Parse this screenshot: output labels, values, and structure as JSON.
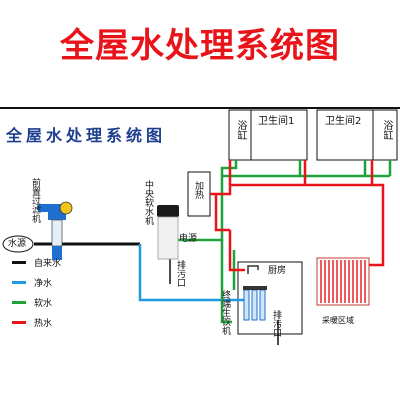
{
  "title": "全屋水处理系统图",
  "panel_title": "全屋水处理系统图",
  "labels": {
    "bath_left": "浴缸",
    "bathroom1": "卫生间1",
    "bathroom2": "卫生间2",
    "bath_right": "浴缸",
    "prefilter": "前置过滤机",
    "softener": "中央软水机",
    "heater": "加热",
    "power": "电源",
    "drain1": "排污口",
    "kitchen": "厨房",
    "ro": "终端生饮机",
    "drain2": "排污口",
    "water_source": "水源",
    "heating": "采暖区域"
  },
  "legend": [
    {
      "label": "自来水",
      "color": "#111111"
    },
    {
      "label": "净水",
      "color": "#1e9be0"
    },
    {
      "label": "软水",
      "color": "#1ea33a"
    },
    {
      "label": "热水",
      "color": "#e8141a"
    }
  ],
  "colors": {
    "tap": "#111111",
    "pure": "#1e9be0",
    "soft": "#1ea33a",
    "hot": "#e8141a",
    "title": "#e8141a",
    "panel_title": "#1d3d8f"
  }
}
